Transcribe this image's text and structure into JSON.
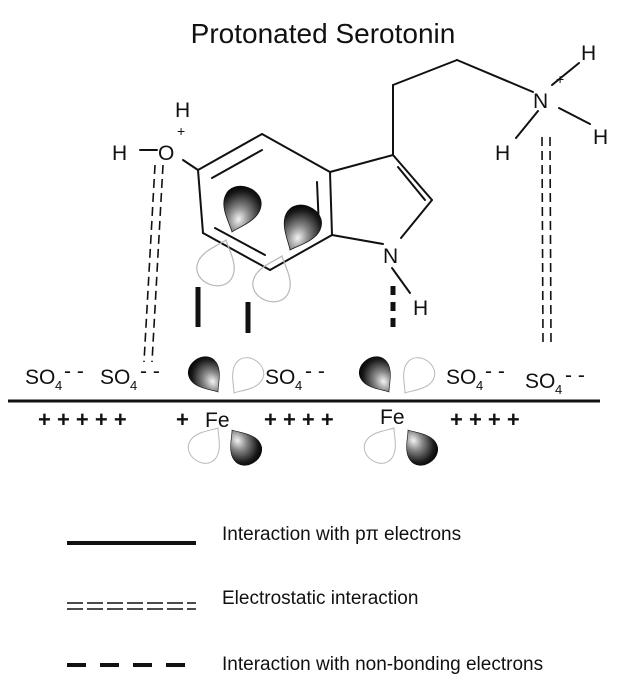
{
  "title": "Protonated Serotonin",
  "atoms": {
    "hydroxyl_o": "O",
    "hydroxyl_h_top": "H",
    "hydroxyl_h_left": "H",
    "amine_n": "N",
    "amine_h_top": "H",
    "amine_h_right": "H",
    "amine_h_left": "H",
    "indole_n": "N",
    "indole_h": "H",
    "charge_plus": "+"
  },
  "surface": {
    "sulfate_main": "SO",
    "sulfate_sub": "4",
    "sulfate_charge": "- -",
    "iron": "Fe",
    "plus_row_1": "+ + + + +",
    "plus_single": "+",
    "plus_row_2": "+ + + +",
    "plus_row_3": "+ + + +"
  },
  "legend": {
    "items": [
      {
        "style": "solid",
        "label": "Interaction with pπ electrons"
      },
      {
        "style": "double",
        "label": "Electrostatic interaction"
      },
      {
        "style": "dashed",
        "label": "Interaction with non-bonding electrons"
      }
    ]
  },
  "colors": {
    "ink": "#111111",
    "orbital_outline": "#b8b8b8",
    "orbital_dark": "#1a1a1a"
  }
}
